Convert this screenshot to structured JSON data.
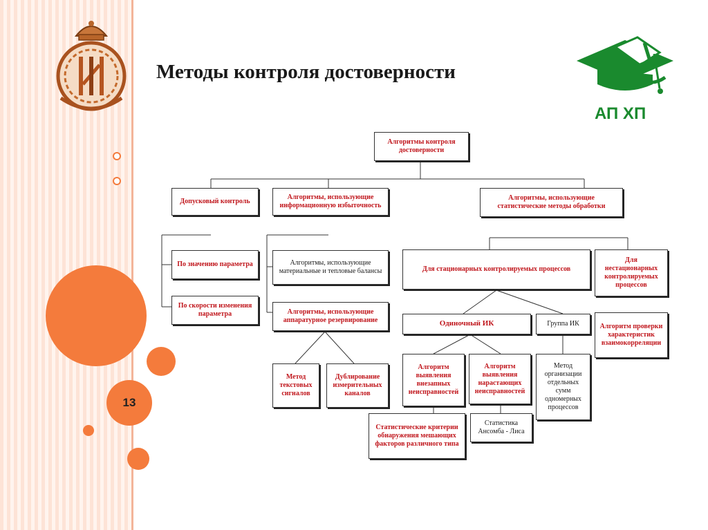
{
  "slide": {
    "title": "Методы контроля достоверности",
    "page_number": "13",
    "logo_text": "АП ХП",
    "accent_color": "#f47b3c"
  },
  "diagram": {
    "root": "Алгоритмы контроля достоверности",
    "tolerance": "Допусковый контроль",
    "by_value": "По значению параметра",
    "by_rate": "По скорости изменения параметра",
    "info_redundancy": "Алгоритмы, использующие информационную избыточность",
    "material_balance": "Алгоритмы, использующие материальные и тепловые балансы",
    "hw_redundancy": "Алгоритмы, использующие аппаратурное резервирование",
    "test_signals": "Метод текстовых сигналов",
    "channel_dup": "Дублирование измерительных каналов",
    "statistical": "Алгоритмы, использующие статистические методы обработки",
    "stationary": "Для стационарных контролируемых процессов",
    "nonstationary": "Для нестационарных контролируемых процессов",
    "single_mc": "Одиночный ИК",
    "mc_group": "Группа ИК",
    "cross_corr": "Алгоритм проверки характеристик взаимокорреляции",
    "sudden_faults": "Алгоритм выявления внезапных неисправностей",
    "growing_faults": "Алгоритм выявления нарастающих неисправностей",
    "sum_method": "Метод организации отдельных сумм одномерных процессов",
    "stat_criteria": "Статистические критерии обнаружения мешающих факторов различного типа",
    "anscombe": "Статистика Ансомба - Лиса"
  }
}
